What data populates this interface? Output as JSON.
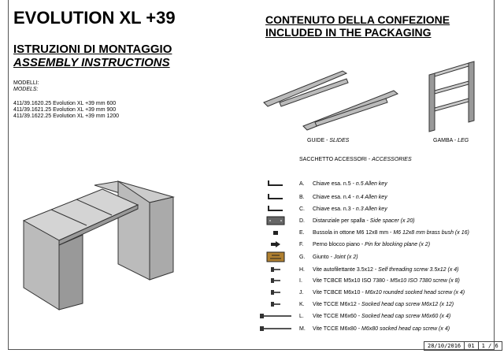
{
  "left": {
    "title": "EVOLUTION XL +39",
    "subtitle_it": "ISTRUZIONI DI MONTAGGIO",
    "subtitle_en": "ASSEMBLY INSTRUCTIONS",
    "models_label_it": "MODELLI:",
    "models_label_en": "MODELS:",
    "models": [
      "411/39.1620.25 Evolution XL +39 mm 600",
      "411/39.1621.25 Evolution XL +39 mm 900",
      "411/39.1622.25 Evolution XL +39 mm 1200"
    ]
  },
  "right": {
    "title_it": "CONTENUTO DELLA CONFEZIONE",
    "title_en": "INCLUDED IN THE PACKAGING",
    "guide_it": "GUIDE - ",
    "guide_en": "SLIDES",
    "leg_it": "GAMBA - ",
    "leg_en": "LEG",
    "bag_it": "SACCHETTO ACCESSORI - ",
    "bag_en": "ACCESSORIES",
    "items": [
      {
        "letter": "A.",
        "it": "Chiave esa. n.5 - ",
        "en": "n.5 Allen key",
        "icon": "allen-key-icon"
      },
      {
        "letter": "B.",
        "it": "Chiave esa. n.4 - ",
        "en": "n.4 Allen key",
        "icon": "allen-key-icon"
      },
      {
        "letter": "C.",
        "it": "Chiave esa. n.3 - ",
        "en": "n.3 Allen key",
        "icon": "allen-key-icon"
      },
      {
        "letter": "D.",
        "it": "Distanziale per spalla - ",
        "en": "Side spacer (x 20)",
        "icon": "spacer-icon"
      },
      {
        "letter": "E.",
        "it": "Bussola in ottone M6 12x8 mm  - ",
        "en": "M6 12x8 mm brass bush (x 16)",
        "icon": "bush-icon"
      },
      {
        "letter": "F.",
        "it": "Perno blocco piano - ",
        "en": "Pin for blocking plane (x 2)",
        "icon": "pin-icon"
      },
      {
        "letter": "G.",
        "it": "Giunto - ",
        "en": "Joint (x 2)",
        "icon": "joint-icon"
      },
      {
        "letter": "H.",
        "it": "Vite autofilettante 3.5x12 - ",
        "en": "Self threading screw 3.5x12 (x 4)",
        "icon": "screw-icon"
      },
      {
        "letter": "I.",
        "it": "Vite TCBCE M5x10 ISO 7380 - ",
        "en": "M5x10 ISO 7380 screw (x 8)",
        "icon": "screw-icon"
      },
      {
        "letter": "J.",
        "it": "Vite TCBCE M6x10 - ",
        "en": "M6x10 rounded socked head screw (x 4)",
        "icon": "screw-icon"
      },
      {
        "letter": "K.",
        "it": "Vite TCCE M6x12 - ",
        "en": "Socked head cap screw M6x12 (x 12)",
        "icon": "screw-icon"
      },
      {
        "letter": "L.",
        "it": "Vite TCCE M6x60 - ",
        "en": "Socked head cap screw M6x60 (x 4)",
        "icon": "long-screw-icon"
      },
      {
        "letter": "M.",
        "it": "Vite TCCE M6x80 - ",
        "en": "M6x80 socked head cap screw (x 4)",
        "icon": "long-screw-icon"
      }
    ]
  },
  "footer": {
    "date": "28/10/2016",
    "revision": "01",
    "page": "1 / 6"
  }
}
